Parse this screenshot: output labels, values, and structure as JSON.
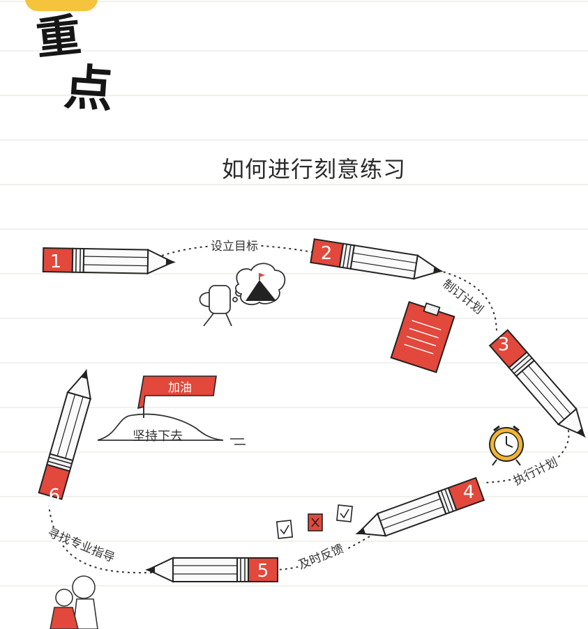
{
  "heading": {
    "char1": "重",
    "char2": "点"
  },
  "title": "如何进行刻意练习",
  "steps": [
    {
      "number": "1",
      "label": ""
    },
    {
      "number": "2",
      "label": "设立目标"
    },
    {
      "number": "3",
      "label": "制订计划"
    },
    {
      "number": "4",
      "label": "执行计划"
    },
    {
      "number": "5",
      "label": "及时反馈"
    },
    {
      "number": "6",
      "label": "寻找专业指导"
    }
  ],
  "flag": {
    "text": "加油"
  },
  "hill": {
    "text": "坚持下去"
  },
  "colors": {
    "accent": "#e2483b",
    "yellow_tab": "#f6c43c",
    "clock": "#f2b632",
    "ink": "#222222"
  }
}
